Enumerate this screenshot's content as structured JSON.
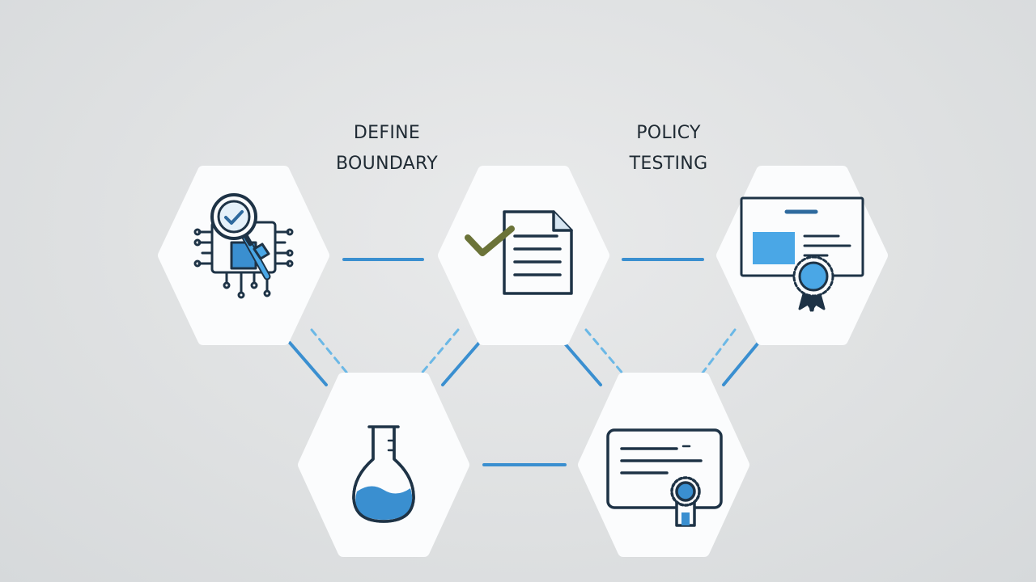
{
  "labels": {
    "define": {
      "line1": "DEFINE",
      "line2": "BOUNDARY"
    },
    "policy": {
      "line1": "POLICY",
      "line2": "TESTING"
    }
  },
  "nodes": [
    {
      "id": "inspect",
      "icon": "magnifier-chip-wrench-icon"
    },
    {
      "id": "document",
      "icon": "checked-document-icon"
    },
    {
      "id": "certificate",
      "icon": "certificate-ribbon-icon"
    },
    {
      "id": "lab",
      "icon": "flask-icon"
    },
    {
      "id": "credential",
      "icon": "credential-card-icon"
    }
  ],
  "colors": {
    "accent": "#3a8fd0",
    "accent_light": "#4aa7e6",
    "stroke": "#1e3346",
    "check": "#6b7338",
    "hex_fill": "#fbfcfd"
  }
}
